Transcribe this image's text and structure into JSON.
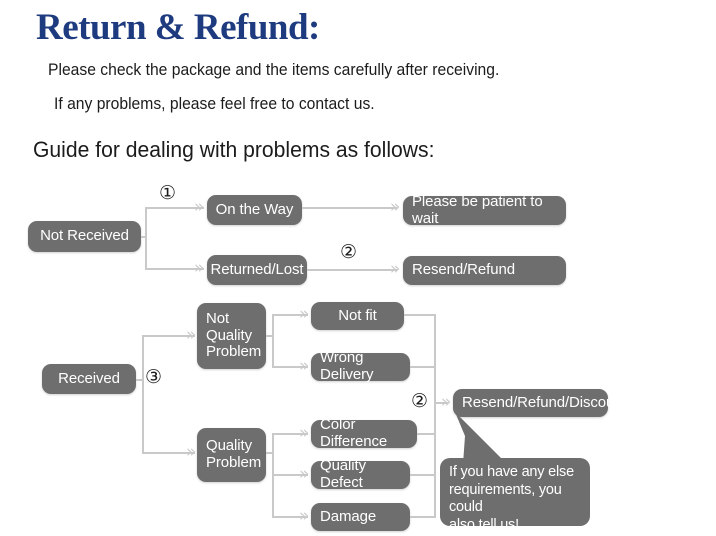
{
  "header": {
    "title": "Return & Refund:",
    "line1": "Please check the package and the items carefully after receiving.",
    "line2": "If any problems, please feel free to contact us.",
    "guide": "Guide for dealing with problems as follows:"
  },
  "colors": {
    "title": "#1f3b80",
    "node_fill": "#6e6e6e",
    "node_text": "#ffffff",
    "connector": "#c9c9c9",
    "body_text": "#1c1c1c",
    "background": "#ffffff"
  },
  "flowchart": {
    "nodes": {
      "not_received": "Not Received",
      "on_the_way": "On the Way",
      "returned_lost": "Returned/Lost",
      "please_wait": "Please be patient to wait",
      "resend_refund": "Resend/Refund",
      "received": "Received",
      "not_quality_problem": "Not\nQuality\nProblem",
      "quality_problem": "Quality\nProblem",
      "not_fit": "Not fit",
      "wrong_delivery": "Wrong Delivery",
      "color_difference": "Color Difference",
      "quality_defect": "Quality Defect",
      "damage": "Damage",
      "resend_refund_discount": "Resend/Refund/Discount"
    },
    "markers": {
      "m1": "①",
      "m2_top": "②",
      "m3": "③",
      "m2_bottom": "②"
    },
    "arrow_glyph": "»",
    "callout": "If you have any else\nrequirements, you could\nalso tell us!"
  }
}
